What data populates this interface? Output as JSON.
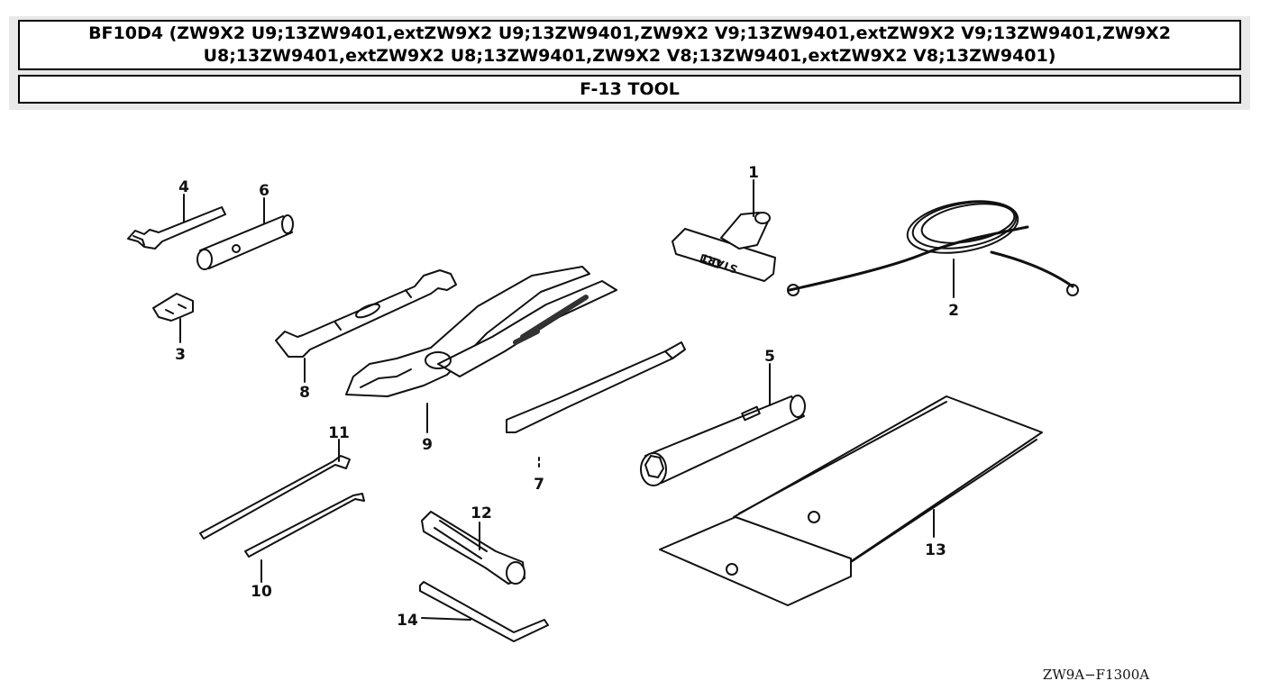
{
  "header": {
    "title": "BF10D4 (ZW9X2 U9;13ZW9401,extZW9X2 U9;13ZW9401,ZW9X2 V9;13ZW9401,extZW9X2 V9;13ZW9401,ZW9X2 U8;13ZW9401,extZW9X2 U8;13ZW9401,ZW9X2 V8;13ZW9401,extZW9X2 V8;13ZW9401)",
    "subtitle": "F-13 TOOL"
  },
  "diagram": {
    "callouts": {
      "c1": "1",
      "c2": "2",
      "c3": "3",
      "c4": "4",
      "c5": "5",
      "c6": "6",
      "c7": "7",
      "c8": "8",
      "c9": "9",
      "c10": "10",
      "c11": "11",
      "c12": "12",
      "c13": "13",
      "c14": "14"
    },
    "handle_text": "START",
    "reference_code": "ZW9A−F1300A"
  }
}
